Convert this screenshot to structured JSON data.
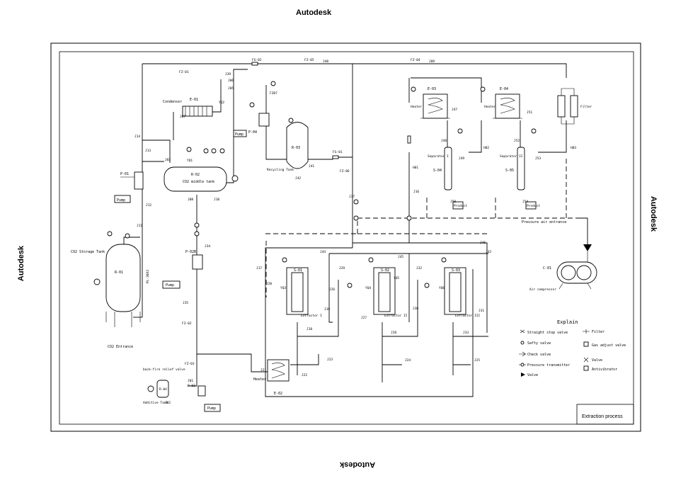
{
  "watermarks": {
    "top": "Autodesk",
    "bottom": "Autodesk",
    "left": "Autodesk",
    "right": "Autodesk"
  },
  "title_block": "Extraction process",
  "equipment": {
    "co2_storage_tank": "CO2 Storage Tank",
    "r01": "R-01",
    "pl_label": "PL-30X3",
    "co2_entrance": "CO2 Entrance",
    "p01": "P-01",
    "pump": "Pump",
    "condenser": "Condenser",
    "e01": "E-01",
    "r02": "R-02",
    "co2_middle_tank": "CO2 middle tank",
    "p04": "P-04",
    "r03": "R-03",
    "recycling_tank": "Recycling Tank",
    "p02b": "P-02B",
    "backfire_valve": "back-fire relief valve",
    "r04": "R-04",
    "additive_tank": "Additive Tank",
    "p03": "P-03",
    "heater": "Heater",
    "e02": "E-02",
    "e03": "E-03",
    "e04": "E-04",
    "s01": "S-01",
    "s02": "S-02",
    "s03": "S-03",
    "extractor1": "Extractor I",
    "extractor2": "Extractor II",
    "extractor3": "Extractor III",
    "s04": "S-04",
    "s05": "S-05",
    "separator1": "Separator I",
    "separator2": "Separator II",
    "product": "Product",
    "filter": "Filter",
    "pressure_air": "Pressure air entrance",
    "c01": "C-01",
    "air_compressor": "Air compressor"
  },
  "legend": {
    "title": "Explain",
    "items": [
      "Straight stop valve",
      "Safty valve",
      "Check valve",
      "Pressure transmitter",
      "Valve",
      "Filter",
      "Gas adjust valve",
      "Valve",
      "Antivibrator"
    ]
  },
  "tags": {
    "fz01": "FZ-01",
    "fg02": "FG-02",
    "fz05": "FZ-05",
    "j40": "J40",
    "fz04": "FZ-04",
    "j09": "J09",
    "j06": "J06",
    "j05": "J05",
    "yq2": "YQ2",
    "j07": "J07",
    "j03": "J03",
    "j14": "J14",
    "j13": "J13",
    "j11": "J11",
    "j12": "J12",
    "yq1": "YQ1",
    "j08": "J08",
    "j10": "J10",
    "fz07": "FZ07",
    "j39": "J39",
    "fg01": "FG-01",
    "j41": "J41",
    "fz06": "FZ-06",
    "j37": "J37",
    "j42": "J42",
    "j43": "J43",
    "j44": "J44",
    "j45": "J45",
    "j46": "J46",
    "j47": "J47",
    "j48": "J48",
    "j49": "J49",
    "j50": "J50",
    "j51": "J51",
    "j52": "J52",
    "j53": "J53",
    "j54": "J54",
    "j16": "J16",
    "j17": "J17",
    "j18": "J18",
    "j19": "J19",
    "j20": "J20",
    "j21": "J21",
    "j22": "J22",
    "j23": "J23",
    "j24": "J24",
    "j25": "J25",
    "j26": "J26",
    "j27": "J27",
    "j28": "J28",
    "j29": "J29",
    "j30": "J30",
    "j31": "J31",
    "j32": "J32",
    "j33": "J33",
    "j34": "J34",
    "j35": "J35",
    "fz02": "FZ-02",
    "fz03": "FZ-03",
    "j01": "J01",
    "j02": "J02",
    "yq3": "YQ3",
    "yq4": "YQ4",
    "yq5": "YQ5",
    "yq6": "YQ6",
    "h01": "H01",
    "h02": "H02",
    "h03": "H03"
  }
}
